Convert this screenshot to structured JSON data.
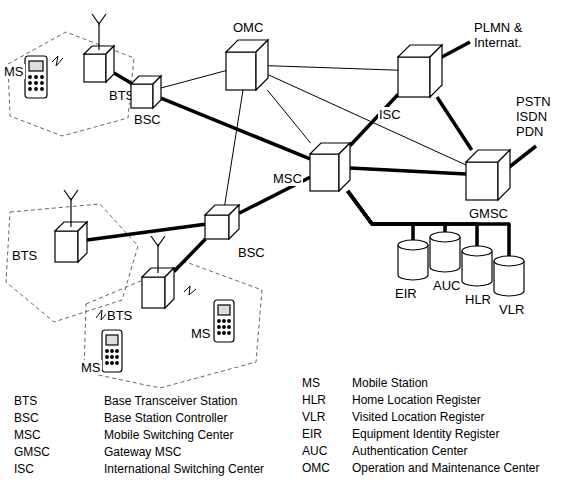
{
  "diagram": {
    "nodes": [
      {
        "text": [
          "OMC"
        ]
      },
      {
        "text": [
          "ISC"
        ]
      },
      {
        "text": [
          "MS"
        ]
      },
      {
        "text": [
          "BTS"
        ]
      },
      {
        "text": [
          "BSC"
        ]
      },
      {
        "text": [
          "MSC"
        ]
      },
      {
        "text": [
          "GMSC"
        ]
      },
      {
        "text": [
          "BTS"
        ]
      },
      {
        "text": [
          "BSC"
        ]
      },
      {
        "text": [
          "BTS"
        ]
      },
      {
        "text": [
          "MS"
        ]
      },
      {
        "text": [
          "MS"
        ]
      },
      {
        "text": [
          "EIR"
        ]
      },
      {
        "text": [
          "AUC"
        ]
      },
      {
        "text": [
          "HLR"
        ]
      },
      {
        "text": [
          "VLR"
        ]
      }
    ],
    "edges": [
      {
        "from": 3,
        "to": 4,
        "arrow": "none"
      },
      {
        "from": 4,
        "to": 5,
        "arrow": "none"
      },
      {
        "from": 7,
        "to": 8,
        "arrow": "none"
      },
      {
        "from": 9,
        "to": 8,
        "arrow": "none"
      },
      {
        "from": 8,
        "to": 5,
        "arrow": "none"
      },
      {
        "from": 5,
        "to": 1,
        "arrow": "none"
      },
      {
        "from": 5,
        "to": 6,
        "arrow": "none"
      },
      {
        "from": 1,
        "to": 6,
        "arrow": "none"
      },
      {
        "from": 5,
        "to": 12,
        "arrow": "none"
      },
      {
        "from": 5,
        "to": 13,
        "arrow": "none"
      },
      {
        "from": 5,
        "to": 14,
        "arrow": "none"
      },
      {
        "from": 5,
        "to": 15,
        "arrow": "none"
      },
      {
        "from": 0,
        "to": 4,
        "arrow": "none"
      },
      {
        "from": 0,
        "to": 8,
        "arrow": "none"
      },
      {
        "from": 0,
        "to": 5,
        "arrow": "none"
      },
      {
        "from": 0,
        "to": 1,
        "arrow": "none"
      },
      {
        "from": 0,
        "to": 6,
        "arrow": "none"
      }
    ],
    "labels": [
      "PLMN & Internat.",
      "PSTN ISDN PDN",
      "BTS",
      "Base Transceiver Station",
      "BSC",
      "Base Station Controller",
      "MSC",
      "Mobile Switching Center",
      "GMSC",
      "Gateway MSC",
      "ISC",
      "International Switching Center",
      "MS",
      "Mobile Station",
      "HLR",
      "Home Location Register",
      "VLR",
      "Visited Location Register",
      "EIR",
      "Equipment Identity Register",
      "AUC",
      "Authentication Center",
      "OMC",
      "Operation and Maintenance Center"
    ]
  }
}
